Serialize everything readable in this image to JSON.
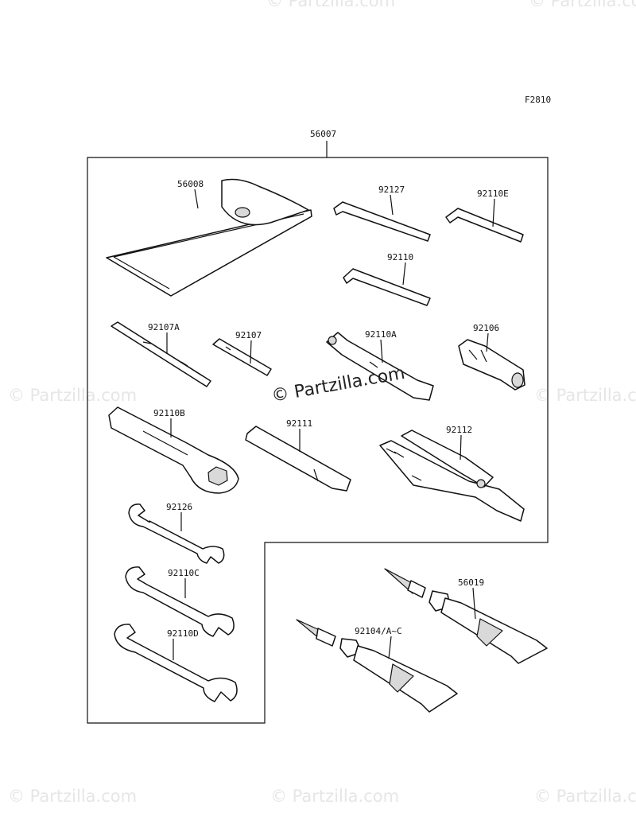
{
  "figure_code": "F2810",
  "kit": {
    "part_number": "56007"
  },
  "parts": {
    "case": "56008",
    "hex_key_1": "92127",
    "hex_key_2": "92110E",
    "hex_key_3": "92110",
    "screwdriver_bit": "92107A",
    "screwdriver_handle_bit": "92107",
    "box_wrench": "92110A",
    "screwdriver_grip": "92106",
    "ring_wrench": "92110B",
    "extension_bar": "92111",
    "pliers": "92112",
    "open_wrench_1": "92126",
    "open_wrench_2": "92110C",
    "open_wrench_3": "92110D",
    "grease_tube_1": "92104/A~C",
    "grease_tube_2": "56019"
  },
  "watermark": {
    "text": "© Partzilla.com",
    "faint_text": "© Partzilla.com"
  },
  "colors": {
    "line": "#111111",
    "shade": "#d9d9d9",
    "watermark": "#e6e6e6"
  }
}
